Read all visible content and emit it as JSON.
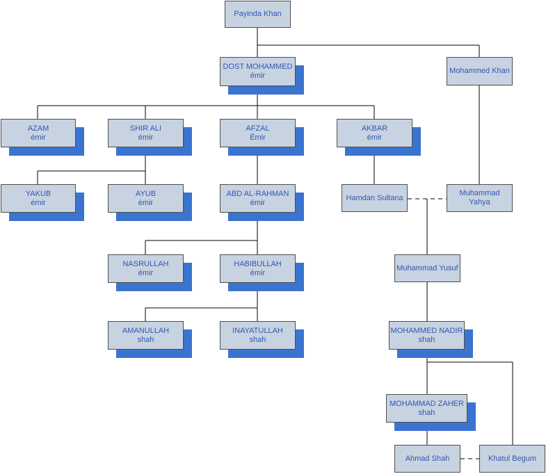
{
  "colors": {
    "box_fill": "#c8d3e1",
    "box_border": "#4d4d4d",
    "shadow": "#3a74d0",
    "text": "#2f56b3",
    "line": "#000000"
  },
  "nodes": {
    "payinda": {
      "name": "Payinda Khan",
      "title": ""
    },
    "dost": {
      "name": "DOST MOHAMMED",
      "title": "émir"
    },
    "mkhan": {
      "name": "Mohammed Khan",
      "title": ""
    },
    "azam": {
      "name": "AZAM",
      "title": "émir"
    },
    "shirali": {
      "name": "SHIR ALI",
      "title": "émir"
    },
    "afzal": {
      "name": "AFZAL",
      "title": "Émir"
    },
    "akbar": {
      "name": "AKBAR",
      "title": "émir"
    },
    "yakub": {
      "name": "YAKUB",
      "title": "émir"
    },
    "ayub": {
      "name": "AYUB",
      "title": "émir"
    },
    "abd": {
      "name": "ABD AL-RAHMAN",
      "title": "émir"
    },
    "hamdan": {
      "name": "Hamdan Sultana",
      "title": ""
    },
    "myahya": {
      "name": "Muhammad",
      "title": "Yahya"
    },
    "nasrullah": {
      "name": "NASRULLAH",
      "title": "émir"
    },
    "habib": {
      "name": "HABIBULLAH",
      "title": "émir"
    },
    "myusuf": {
      "name": "Muhammad Yusuf",
      "title": ""
    },
    "aman": {
      "name": "AMANULLAH",
      "title": "shah"
    },
    "inayat": {
      "name": "INAYATULLAH",
      "title": "shah"
    },
    "nadir": {
      "name": "MOHAMMED NADIR",
      "title": "shah"
    },
    "zaher": {
      "name": "MOHAMMAD ZAHER",
      "title": "shah"
    },
    "ahmad": {
      "name": "Ahmad Shah",
      "title": ""
    },
    "khatul": {
      "name": "Khatul Begum",
      "title": ""
    }
  }
}
